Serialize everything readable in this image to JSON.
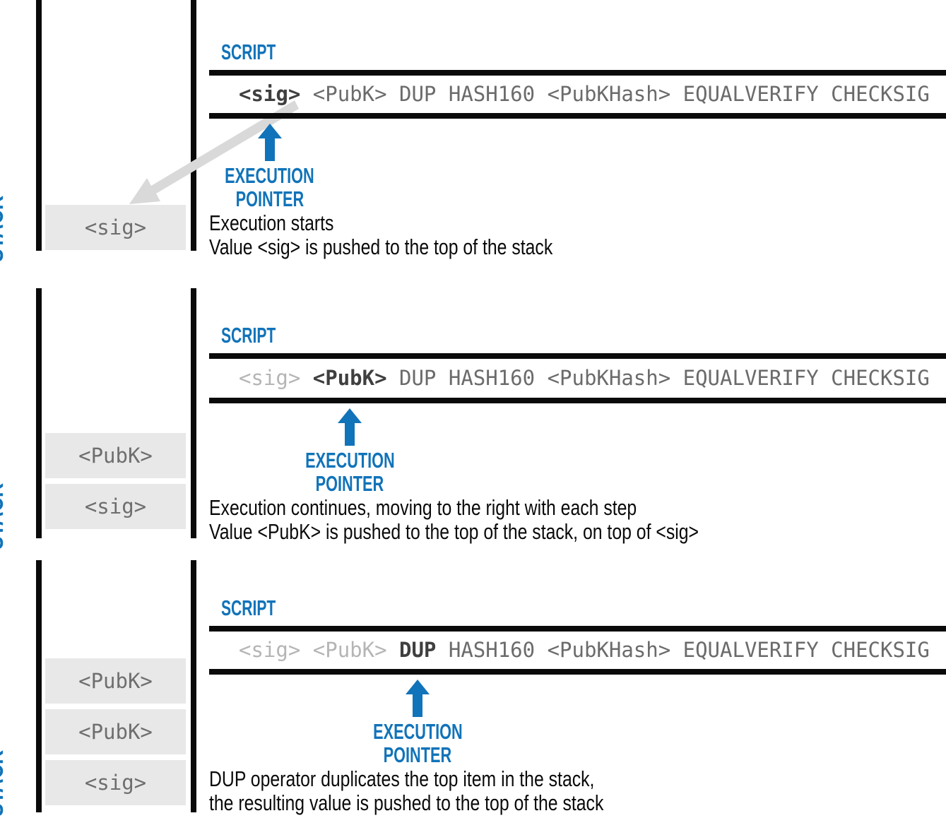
{
  "colors": {
    "accent_blue": "#1173b9",
    "ink_black": "#0a0a0a",
    "stack_box_bg": "#e8e8e8",
    "stack_item_text": "#6e6e6e",
    "token_pending": "#6b6b6b",
    "token_current": "#3f3f3f",
    "token_executed": "#b5b5b5",
    "value_push_arrow": "#d9d9d9"
  },
  "labels": {
    "stack": "STACK",
    "script": "SCRIPT",
    "execution_pointer_line1": "EXECUTION",
    "execution_pointer_line2": "POINTER"
  },
  "script_tokens": [
    "<sig>",
    "<PubK>",
    "DUP",
    "HASH160",
    "<PubKHash>",
    "EQUALVERIFY",
    "CHECKSIG"
  ],
  "panels": [
    {
      "stack_items": [
        "<sig>"
      ],
      "current_token_index": 0,
      "executed_token_count": 0,
      "description": [
        "Execution starts",
        "Value <sig> is pushed to the top of the stack"
      ]
    },
    {
      "stack_items": [
        "<PubK>",
        "<sig>"
      ],
      "current_token_index": 1,
      "executed_token_count": 1,
      "description": [
        "Execution continues, moving to the right with each step",
        "Value <PubK> is pushed to the top of the stack, on top of <sig>"
      ]
    },
    {
      "stack_items": [
        "<PubK>",
        "<PubK>",
        "<sig>"
      ],
      "current_token_index": 2,
      "executed_token_count": 2,
      "description": [
        "DUP operator duplicates the top item in the stack,",
        "the resulting value is pushed to the top of the stack"
      ]
    }
  ]
}
